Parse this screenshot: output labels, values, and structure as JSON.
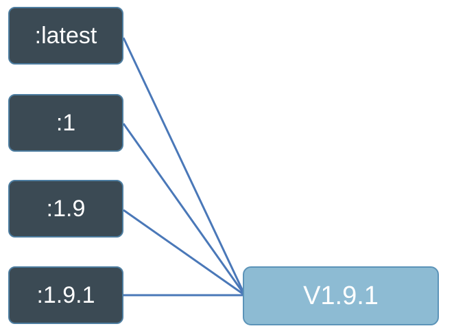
{
  "tags": [
    {
      "label": ":latest"
    },
    {
      "label": ":1"
    },
    {
      "label": ":1.9"
    },
    {
      "label": ":1.9.1"
    }
  ],
  "version": {
    "label": "V1.9.1"
  },
  "colors": {
    "tag_fill": "#3b4a54",
    "tag_border": "#4d7da0",
    "version_fill": "#8dbbd3",
    "version_border": "#5b93b8",
    "connector": "#4a78b8"
  }
}
